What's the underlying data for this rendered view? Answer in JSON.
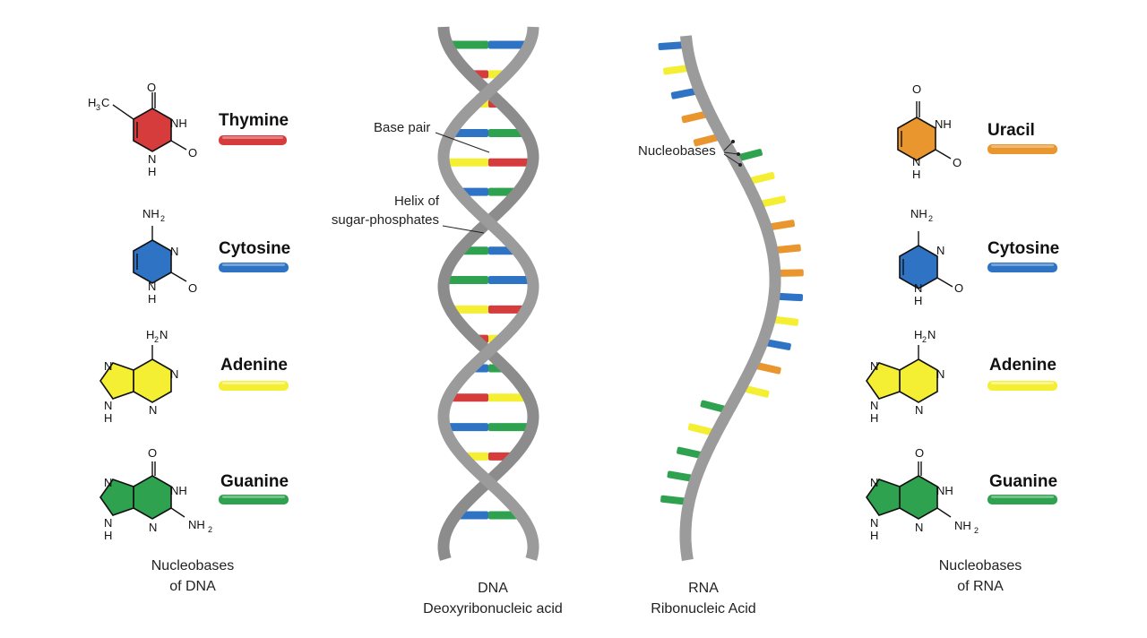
{
  "colors": {
    "thymine": "#d63c3c",
    "cytosine": "#2f73c4",
    "adenine": "#f4ef33",
    "guanine": "#2ea24e",
    "uracil": "#e8962d",
    "backbone": "#9b9b9b",
    "backbone_dark": "#6f6f6f"
  },
  "dna_bases": [
    {
      "key": "thymine",
      "name": "Thymine",
      "icon": "pyrimidine-ring-icon",
      "atoms": {
        "methyl_h": "H",
        "methyl_sub": "3",
        "methyl_c": "C",
        "top_o": "O",
        "right_nh": "NH",
        "right_o": "O",
        "bottom_nh_n": "N",
        "bottom_nh_h": "H"
      }
    },
    {
      "key": "cytosine",
      "name": "Cytosine",
      "icon": "pyrimidine-ring-icon",
      "atoms": {
        "top_nh2_n": "NH",
        "top_nh2_sub": "2",
        "right_n": "N",
        "right_o": "O",
        "bottom_nh_n": "N",
        "bottom_nh_h": "H"
      }
    },
    {
      "key": "adenine",
      "name": "Adenine",
      "icon": "purine-ring-icon",
      "atoms": {
        "top_h2n_h": "H",
        "top_h2n_sub": "2",
        "top_h2n_n": "N",
        "n1": "N",
        "n3": "N",
        "n7": "N",
        "n9": "N",
        "n9_h": "H",
        "n_left": "N"
      }
    },
    {
      "key": "guanine",
      "name": "Guanine",
      "icon": "purine-ring-icon",
      "atoms": {
        "top_o": "O",
        "nh": "NH",
        "nh2_n": "NH",
        "nh2_sub": "2",
        "n7": "N",
        "n9": "N",
        "n9_h": "H",
        "n3": "N"
      }
    }
  ],
  "rna_bases": [
    {
      "key": "uracil",
      "name": "Uracil",
      "icon": "pyrimidine-ring-icon",
      "atoms": {
        "top_o": "O",
        "right_nh": "NH",
        "right_o": "O",
        "bottom_nh_n": "N",
        "bottom_nh_h": "H"
      }
    },
    {
      "key": "cytosine",
      "name": "Cytosine",
      "icon": "pyrimidine-ring-icon",
      "atoms": {
        "top_nh2_n": "NH",
        "top_nh2_sub": "2",
        "right_n": "N",
        "right_o": "O",
        "bottom_nh_n": "N",
        "bottom_nh_h": "H"
      }
    },
    {
      "key": "adenine",
      "name": "Adenine",
      "icon": "purine-ring-icon",
      "atoms": {
        "top_h2n_h": "H",
        "top_h2n_sub": "2",
        "top_h2n_n": "N",
        "n1": "N",
        "n3": "N",
        "n7": "N",
        "n9": "N",
        "n9_h": "H",
        "n_left": "N"
      }
    },
    {
      "key": "guanine",
      "name": "Guanine",
      "icon": "purine-ring-icon",
      "atoms": {
        "top_o": "O",
        "nh": "NH",
        "nh2_n": "NH",
        "nh2_sub": "2",
        "n7": "N",
        "n9": "N",
        "n9_h": "H",
        "n3": "N"
      }
    }
  ],
  "captions": {
    "dna_bases_line1": "Nucleobases",
    "dna_bases_line2": "of DNA",
    "rna_bases_line1": "Nucleobases",
    "rna_bases_line2": "of RNA",
    "dna_line1": "DNA",
    "dna_line2": "Deoxyribonucleic acid",
    "rna_line1": "RNA",
    "rna_line2": "Ribonucleic Acid"
  },
  "annotations": {
    "base_pair": "Base pair",
    "helix_line1": "Helix of",
    "helix_line2": "sugar-phosphates",
    "nucleobases": "Nucleobases"
  },
  "dna_pairs": [
    [
      "guanine",
      "cytosine"
    ],
    [
      "thymine",
      "adenine"
    ],
    [
      "adenine",
      "thymine"
    ],
    [
      "cytosine",
      "guanine"
    ],
    [
      "adenine",
      "thymine"
    ],
    [
      "cytosine",
      "guanine"
    ],
    [
      "thymine",
      "adenine"
    ],
    [
      "guanine",
      "cytosine"
    ],
    [
      "guanine",
      "cytosine"
    ],
    [
      "adenine",
      "thymine"
    ],
    [
      "thymine",
      "adenine"
    ],
    [
      "cytosine",
      "guanine"
    ],
    [
      "thymine",
      "adenine"
    ],
    [
      "cytosine",
      "guanine"
    ],
    [
      "adenine",
      "thymine"
    ],
    [
      "thymine",
      "adenine"
    ],
    [
      "cytosine",
      "guanine"
    ]
  ],
  "rna_bases_sequence": [
    "cytosine",
    "adenine",
    "cytosine",
    "uracil",
    "uracil",
    "guanine",
    "adenine",
    "adenine",
    "uracil",
    "uracil",
    "uracil",
    "cytosine",
    "adenine",
    "cytosine",
    "uracil",
    "adenine",
    "guanine",
    "adenine",
    "guanine",
    "guanine",
    "guanine"
  ]
}
